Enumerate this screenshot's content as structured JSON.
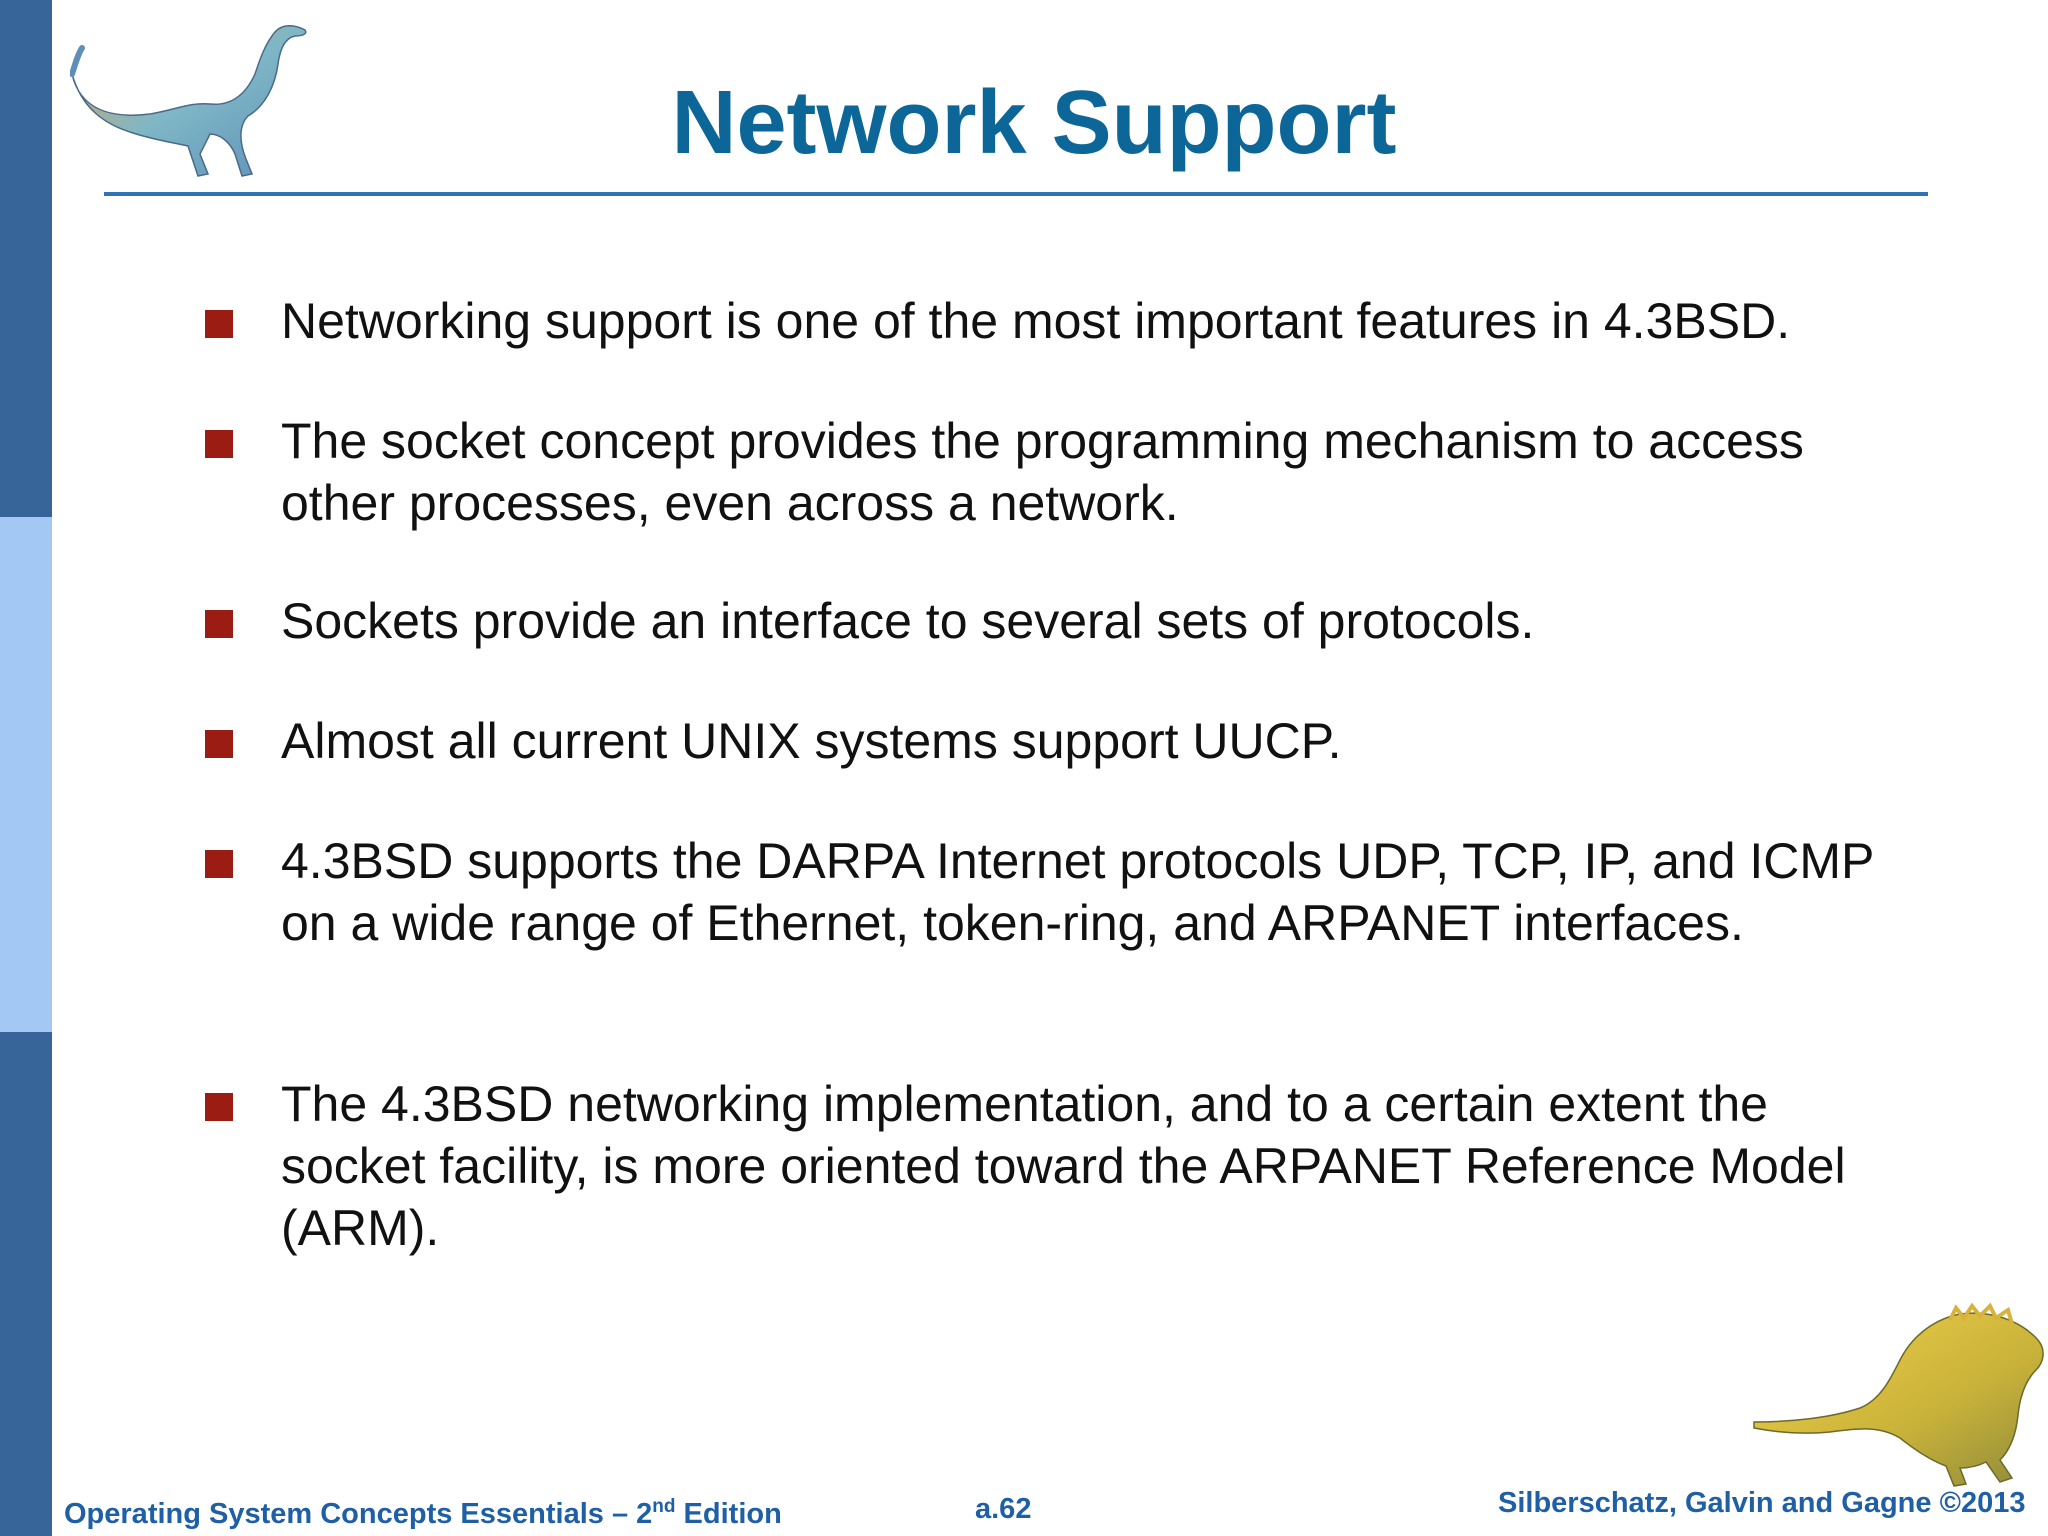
{
  "slide": {
    "title": "Network Support",
    "bullets": [
      "Networking support is one of the most important features in 4.3BSD.",
      "The socket concept provides the programming mechanism to access other processes, even across a network.",
      "Sockets provide an interface to several sets of protocols.",
      "Almost all current UNIX systems support UUCP.",
      "4.3BSD supports the DARPA Internet protocols UDP, TCP, IP, and ICMP on a wide range of Ethernet, token-ring, and ARPANET interfaces.",
      "The 4.3BSD networking implementation, and to a certain extent the socket facility, is more oriented toward the ARPANET Reference Model (ARM)."
    ]
  },
  "footer": {
    "book_prefix": "Operating System Concepts Essentials – 2",
    "book_sup": "nd",
    "book_suffix": " Edition",
    "page": "a.62",
    "authors": "Silberschatz, Galvin and Gagne ©2013"
  },
  "colors": {
    "title": "#0c6798",
    "sidebar_dark": "#376499",
    "sidebar_light": "#a3c8f4",
    "bullet": "#9b1c12",
    "footer_text": "#1e5fa6"
  },
  "icons": {
    "top_left": "dinosaur-icon",
    "bottom_right": "dinosaur-icon"
  }
}
